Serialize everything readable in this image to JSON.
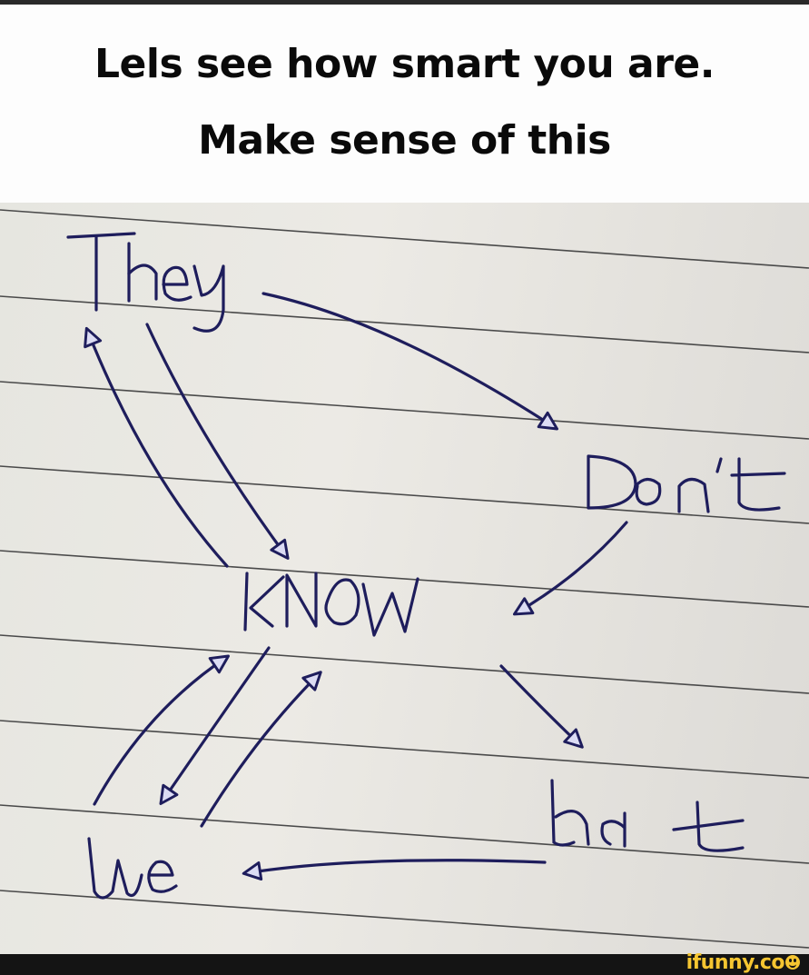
{
  "caption": {
    "line1": "Lels see how smart you are.",
    "line2": "Make sense of this"
  },
  "diagram": {
    "ink_color": "#1e1d5c",
    "words": [
      {
        "id": "they",
        "text": "They"
      },
      {
        "id": "dont",
        "text": "Don't"
      },
      {
        "id": "know",
        "text": "KNOW"
      },
      {
        "id": "that",
        "text": "that"
      },
      {
        "id": "we",
        "text": "We"
      }
    ],
    "arrows": [
      {
        "from": "They",
        "to": "Don't"
      },
      {
        "from": "Don't",
        "to": "KNOW"
      },
      {
        "from": "KNOW",
        "to": "that"
      },
      {
        "from": "that",
        "to": "We"
      },
      {
        "from": "We",
        "to": "KNOW"
      },
      {
        "from": "KNOW",
        "to": "We"
      },
      {
        "from": "We",
        "to": "KNOW"
      },
      {
        "from": "KNOW",
        "to": "They"
      },
      {
        "from": "They",
        "to": "KNOW"
      }
    ]
  },
  "footer": {
    "brand": "ifunny.co",
    "brand_color": "#f5c531"
  }
}
